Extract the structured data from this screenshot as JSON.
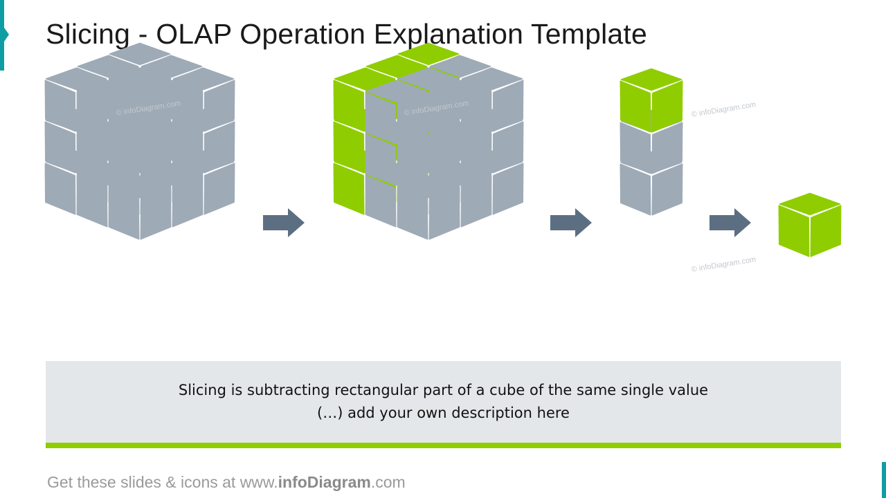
{
  "title": "Slicing - OLAP Operation Explanation Template",
  "watermark": "© infoDiagram.com",
  "description": {
    "line1": "Slicing is subtracting rectangular part of a cube of the same single value",
    "line2": "(…) add your own description here"
  },
  "footer": {
    "prefix": "Get these slides & icons at www.",
    "brand": "infoDiagram",
    "suffix": ".com"
  },
  "colors": {
    "accent_teal": "#0f9ea3",
    "cube_gray": "#9eaab6",
    "slice_green": "#8fcd00",
    "arrow": "#5c6f82",
    "description_bg": "#e4e7ea",
    "description_underline": "#8fcd00"
  },
  "icons": {
    "arrow": "arrow-right-icon",
    "full_cube": "cube-3x3x3-icon",
    "sliced_cube": "cube-slice-highlight-icon",
    "column": "cube-column-icon",
    "single": "single-cube-icon"
  },
  "diagram": {
    "steps": [
      {
        "name": "full-cube",
        "grid": [
          3,
          3,
          3
        ],
        "highlight": "none"
      },
      {
        "name": "sliced-cube",
        "grid": [
          3,
          3,
          3
        ],
        "highlight": "front-left-slice"
      },
      {
        "name": "column",
        "grid": [
          1,
          1,
          3
        ],
        "highlight": "top"
      },
      {
        "name": "single-cube",
        "grid": [
          1,
          1,
          1
        ],
        "highlight": "all"
      }
    ]
  }
}
